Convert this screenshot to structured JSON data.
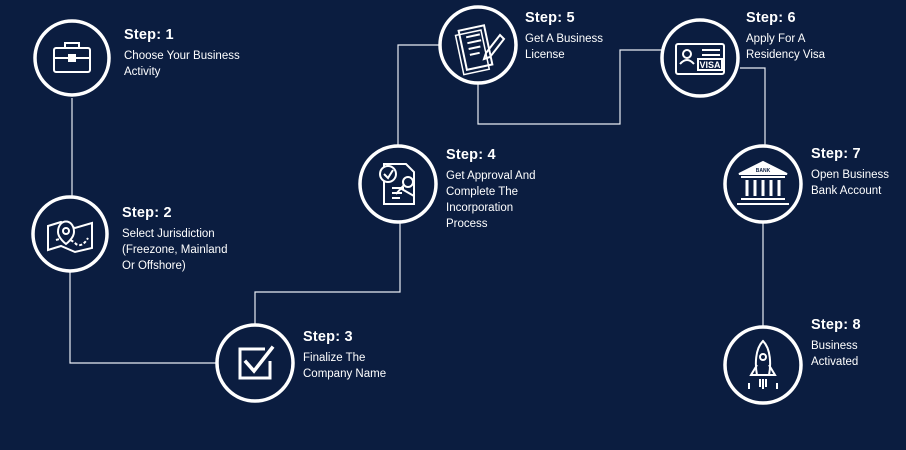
{
  "colors": {
    "background": "#0b1d40",
    "line": "#e8ecf3",
    "circle_fill": "#0b1d40",
    "circle_stroke": "#ffffff"
  },
  "steps": [
    {
      "title": "Step: 1",
      "desc": "Choose Your Business\nActivity",
      "icon": "briefcase-icon"
    },
    {
      "title": "Step: 2",
      "desc": "Select Jurisdiction\n(Freezone, Mainland\nOr Offshore)",
      "icon": "map-pin-icon"
    },
    {
      "title": "Step: 3",
      "desc": "Finalize The\nCompany Name",
      "icon": "checkbox-icon"
    },
    {
      "title": "Step: 4",
      "desc": "Get Approval And\nComplete The\nIncorporation\nProcess",
      "icon": "approval-document-icon"
    },
    {
      "title": "Step: 5",
      "desc": "Get A Business\nLicense",
      "icon": "license-document-icon"
    },
    {
      "title": "Step: 6",
      "desc": "Apply For A\nResidency Visa",
      "icon": "visa-card-icon"
    },
    {
      "title": "Step: 7",
      "desc": "Open Business\nBank Account",
      "icon": "bank-icon"
    },
    {
      "title": "Step: 8",
      "desc": "Business\nActivated",
      "icon": "rocket-icon"
    }
  ],
  "icon_labels": {
    "visa": "VISA",
    "bank": "BANK"
  }
}
